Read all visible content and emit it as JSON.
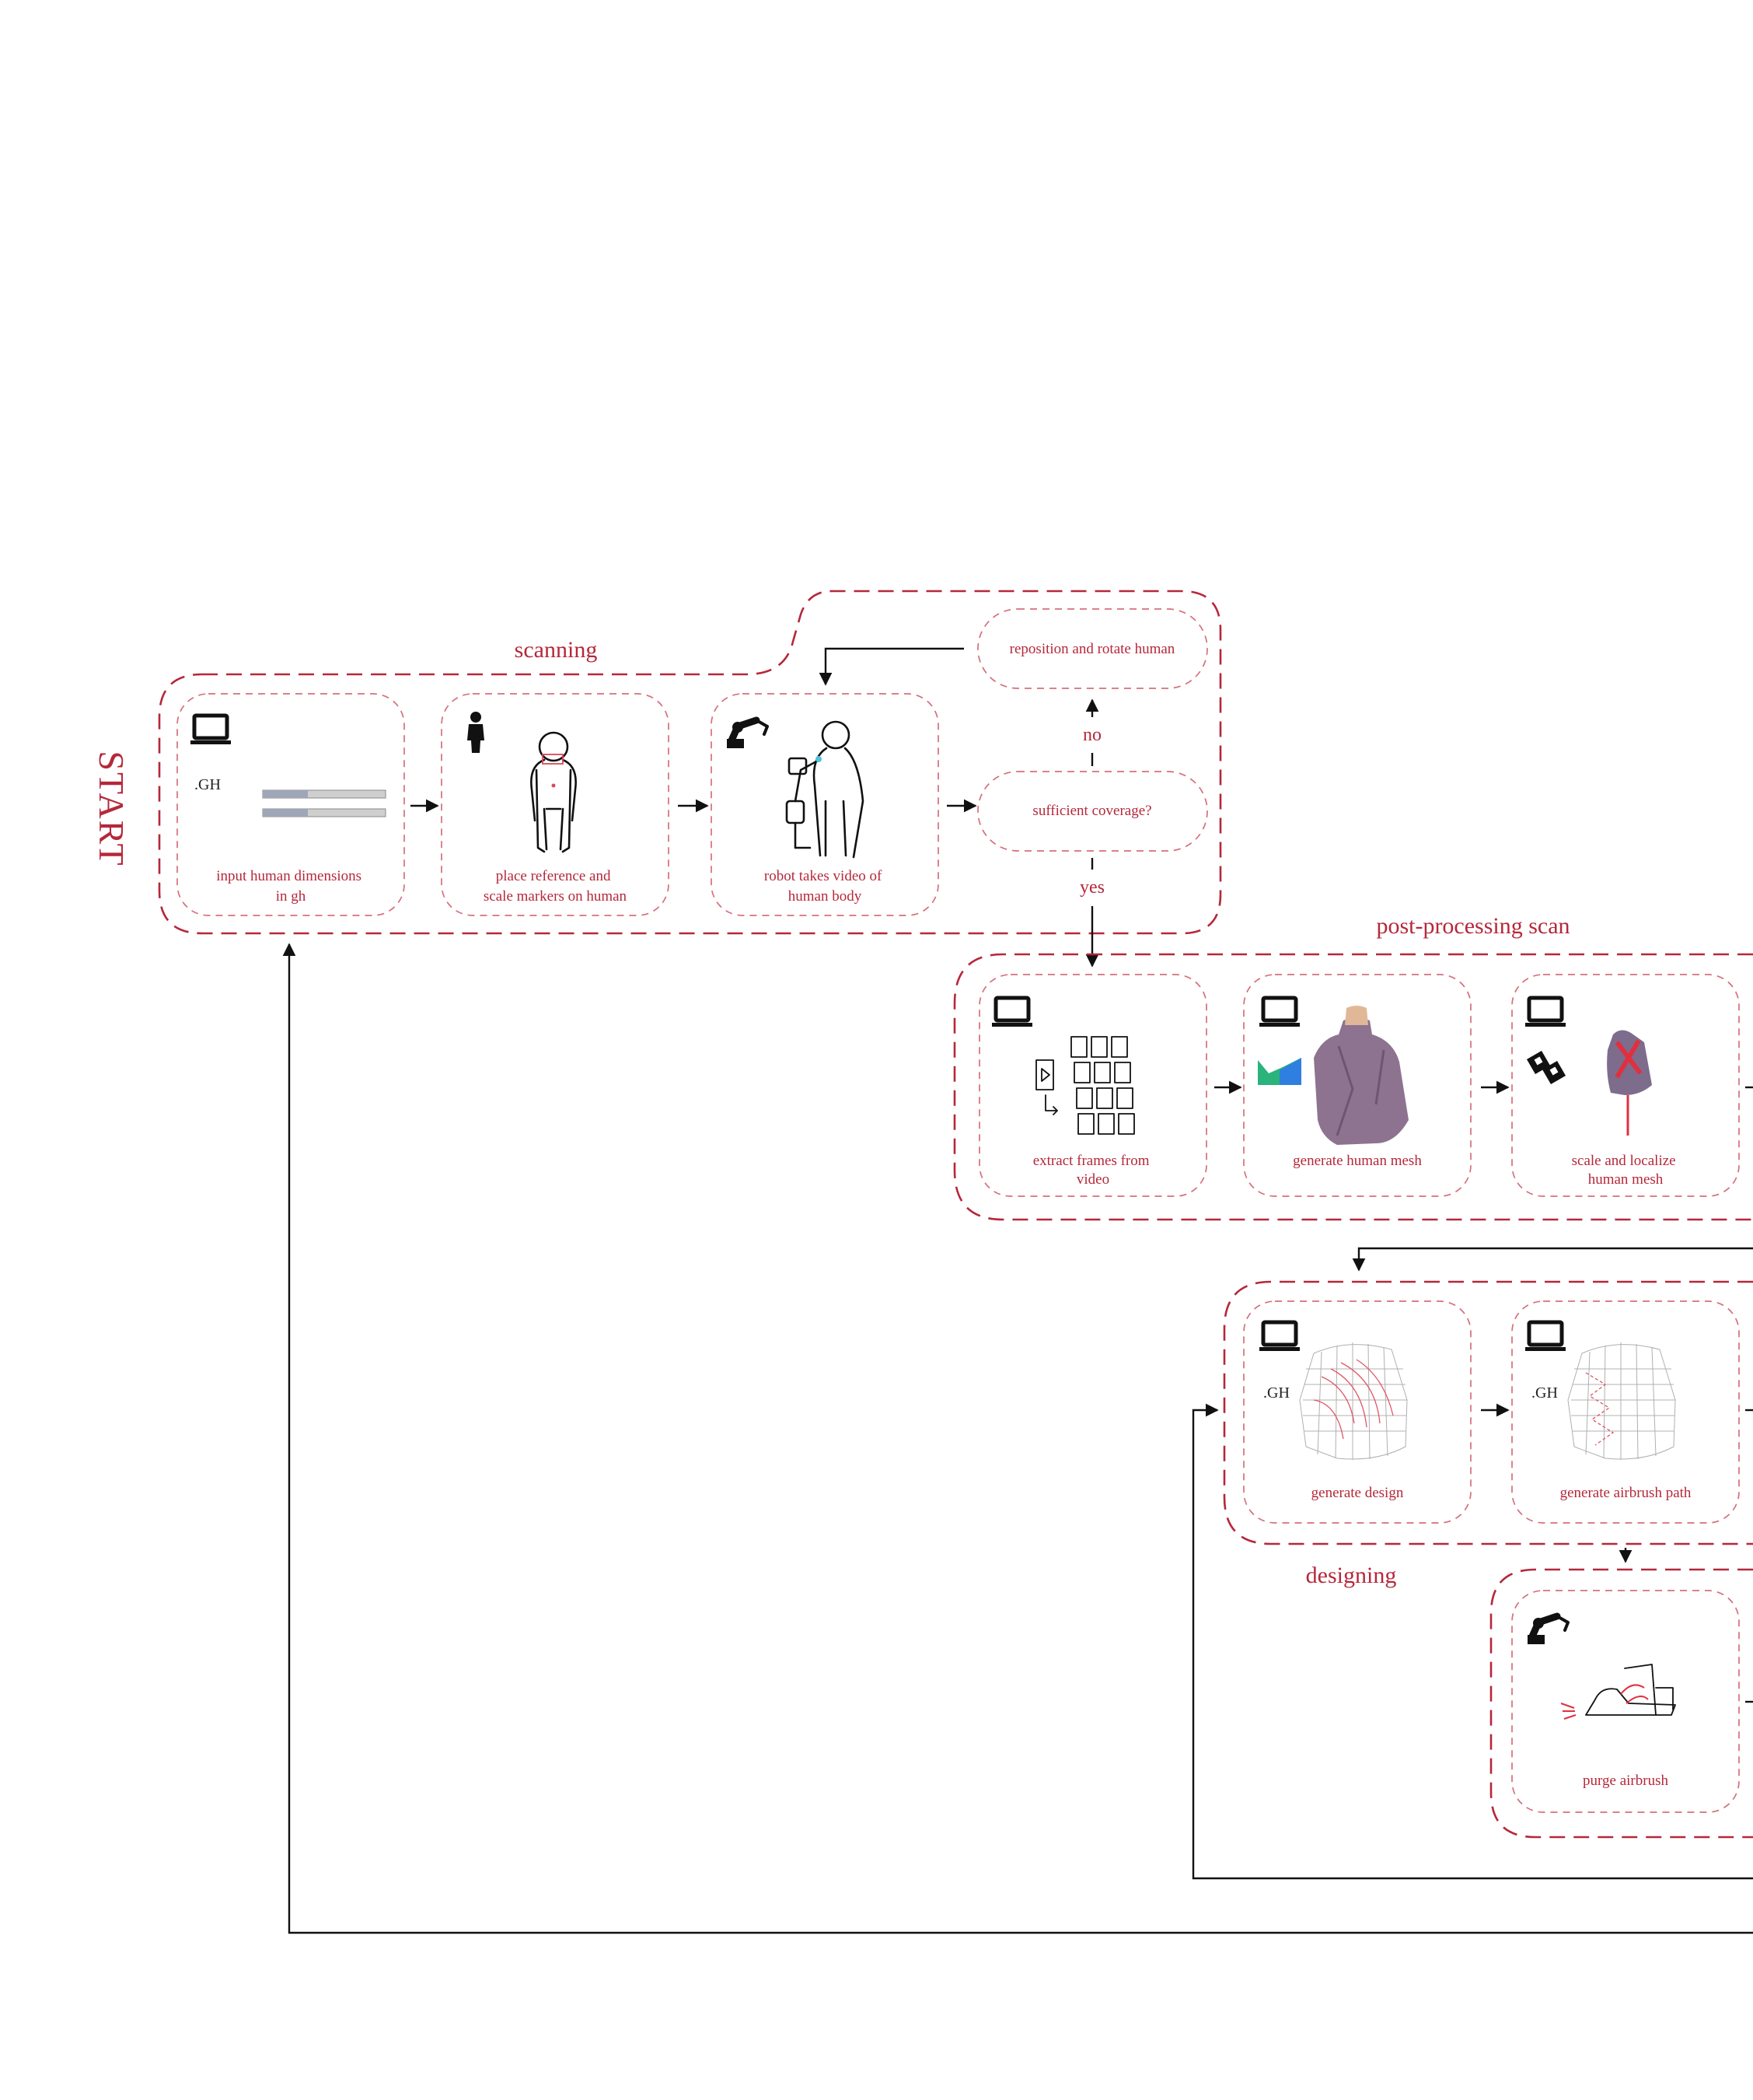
{
  "colors": {
    "accent": "#b5283a",
    "line": "#111111"
  },
  "start_label": "START",
  "groups": {
    "scanning": "scanning",
    "post_processing": "post-processing scan",
    "designing": "designing"
  },
  "decisions": {
    "no": "no",
    "yes": "yes"
  },
  "steps": {
    "input_dims": [
      "input human dimensions",
      "in gh"
    ],
    "place_markers": [
      "place reference and",
      "scale markers on human"
    ],
    "robot_video": [
      "robot takes video of",
      "human body"
    ],
    "coverage": "sufficient coverage?",
    "reposition": "reposition and rotate human",
    "extract_frames": [
      "extract frames from",
      "video"
    ],
    "generate_mesh": "generate human mesh",
    "scale_localize": [
      "scale and localize",
      "human mesh"
    ],
    "generate_design": "generate design",
    "generate_path": "generate airbrush path",
    "purge": "purge airbrush"
  },
  "gh_tags": {
    "input": ".GH",
    "design": ".GH",
    "path": ".GH"
  },
  "icons": [
    "laptop-icon",
    "person-icon",
    "robot-arm-icon",
    "video-frames-icon",
    "mesh-software-icon",
    "aruco-marker-icon",
    "airbrush-icon"
  ]
}
